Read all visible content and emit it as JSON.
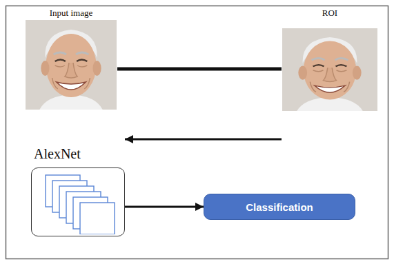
{
  "diagram": {
    "nodes": [
      {
        "text": [
          "Input image"
        ]
      },
      {
        "text": [
          "ROI"
        ]
      },
      {
        "text": [
          "AlexNet"
        ]
      },
      {
        "text": [
          "Classification"
        ]
      }
    ],
    "edges": [
      {
        "from": 0,
        "to": 1,
        "arrow": "none"
      },
      {
        "from": 1,
        "to": 2,
        "arrow": "to"
      },
      {
        "from": 2,
        "to": 3,
        "arrow": "to"
      }
    ]
  }
}
